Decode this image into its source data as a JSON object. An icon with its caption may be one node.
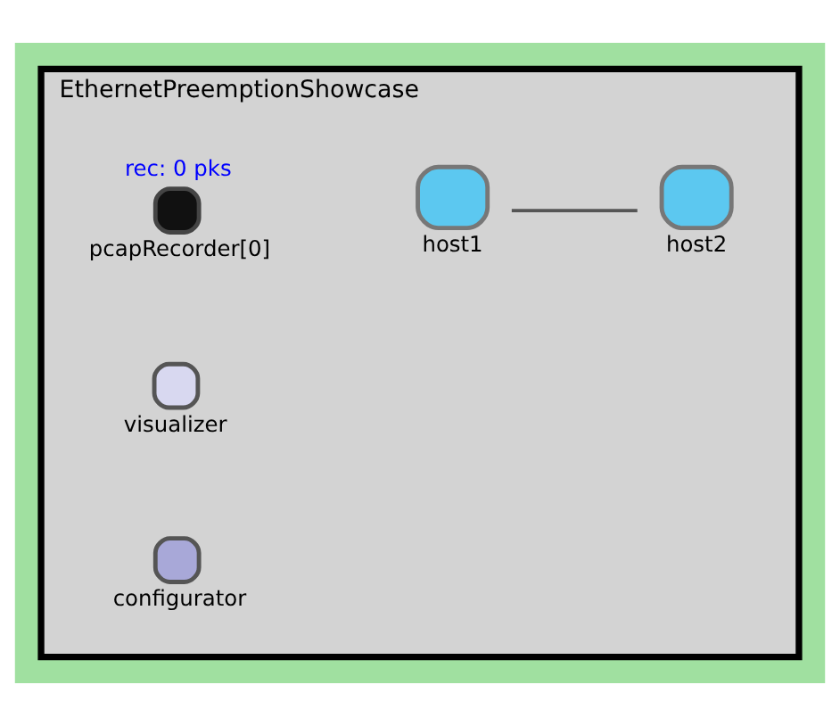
{
  "diagram": {
    "nodes": [
      {
        "text": [
          "EthernetPreemptionShowcase"
        ]
      },
      {
        "text": [
          "pcapRecorder[0]"
        ],
        "beside": [
          "rec: 0 pks"
        ],
        "in": 0
      },
      {
        "text": [
          "host1"
        ],
        "in": 0
      },
      {
        "text": [
          "host2"
        ],
        "in": 0
      },
      {
        "text": [
          "visualizer"
        ],
        "in": 0
      },
      {
        "text": [
          "configurator"
        ],
        "in": 0
      }
    ],
    "edges": [
      {
        "from": 2,
        "to": 3,
        "arrow": "none"
      }
    ]
  }
}
